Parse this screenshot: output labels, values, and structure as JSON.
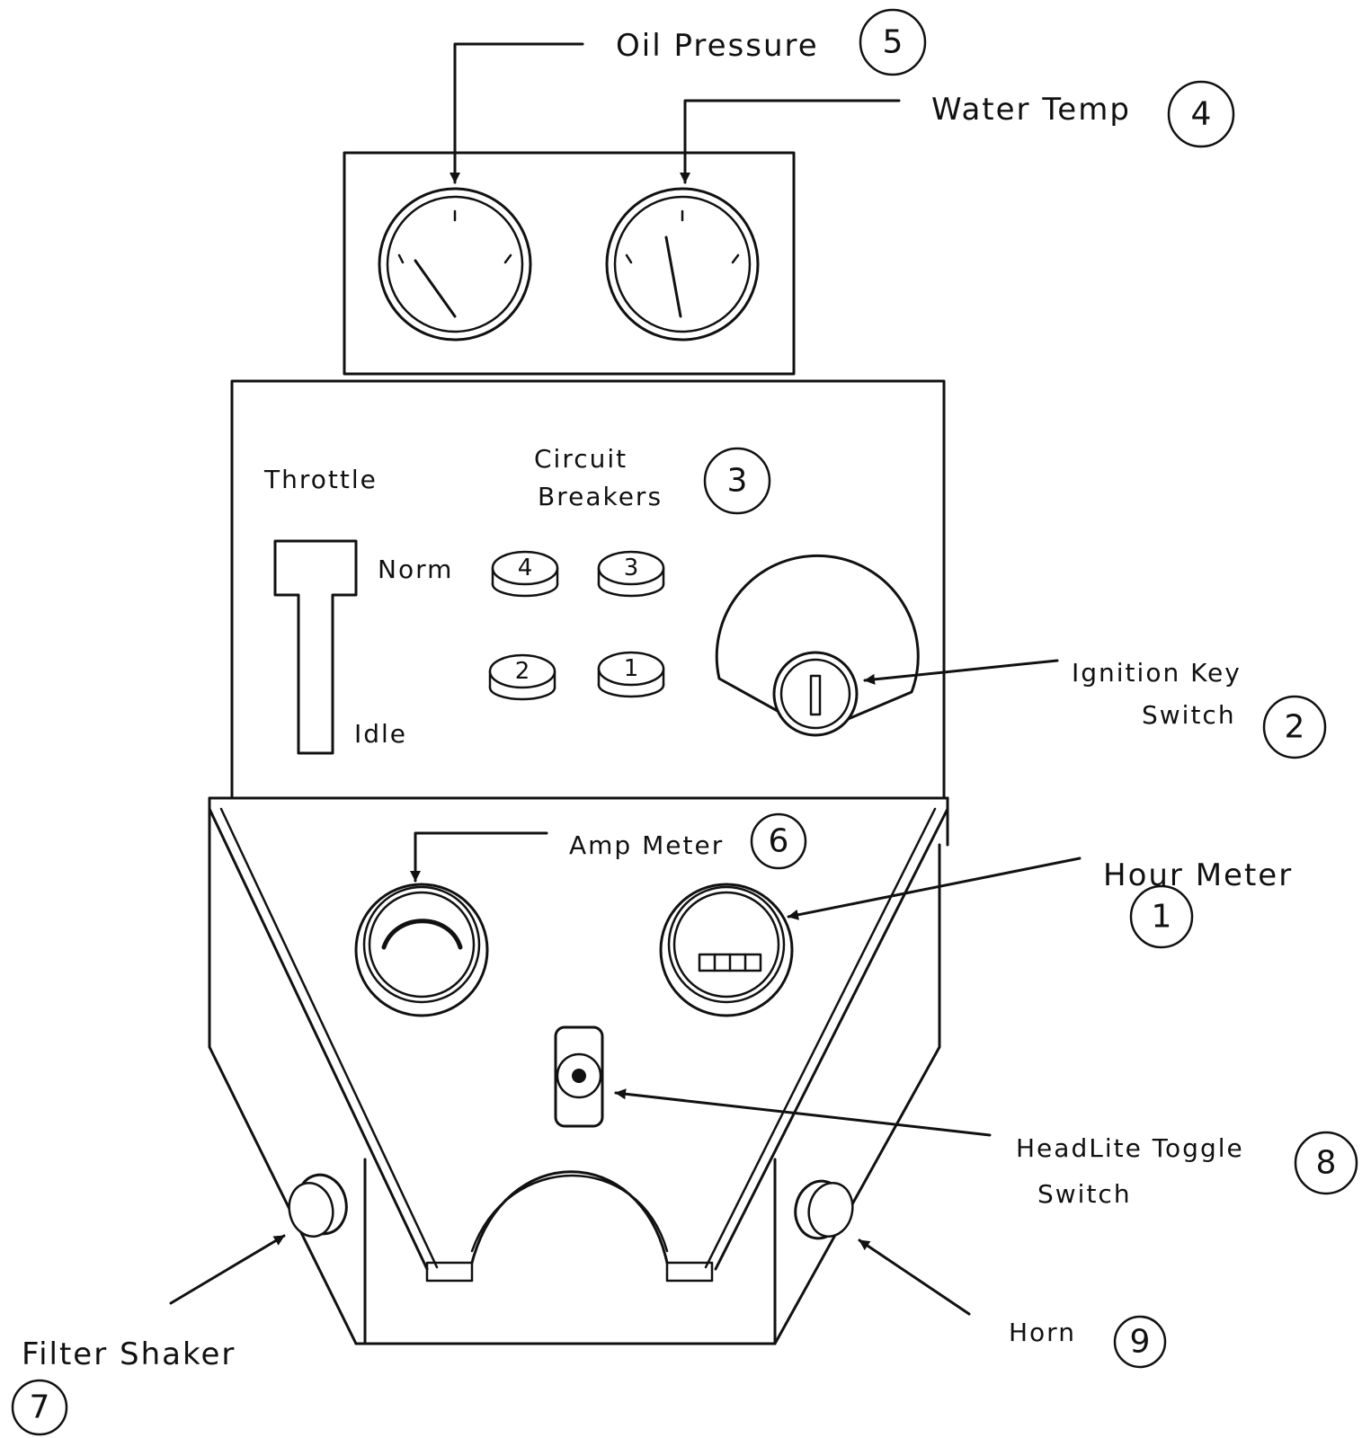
{
  "labels": {
    "oil_pressure": "Oil Pressure",
    "water_temp": "Water Temp",
    "throttle": "Throttle",
    "circuit_breakers_line1": "Circuit",
    "circuit_breakers_line2": "Breakers",
    "norm": "Norm",
    "idle": "Idle",
    "ignition_line1": "Ignition Key",
    "ignition_line2": "Switch",
    "amp_meter": "Amp Meter",
    "hour_meter": "Hour Meter",
    "headlite_line1": "HeadLite Toggle",
    "headlite_line2": "Switch",
    "horn": "Horn",
    "filter_shaker": "Filter Shaker"
  },
  "callouts": {
    "hour_meter": "1",
    "ignition": "2",
    "circuit_breakers": "3",
    "water_temp": "4",
    "oil_pressure": "5",
    "amp_meter": "6",
    "filter_shaker": "7",
    "headlite": "8",
    "horn": "9"
  },
  "breakers": {
    "b4": "4",
    "b3": "3",
    "b2": "2",
    "b1": "1"
  }
}
